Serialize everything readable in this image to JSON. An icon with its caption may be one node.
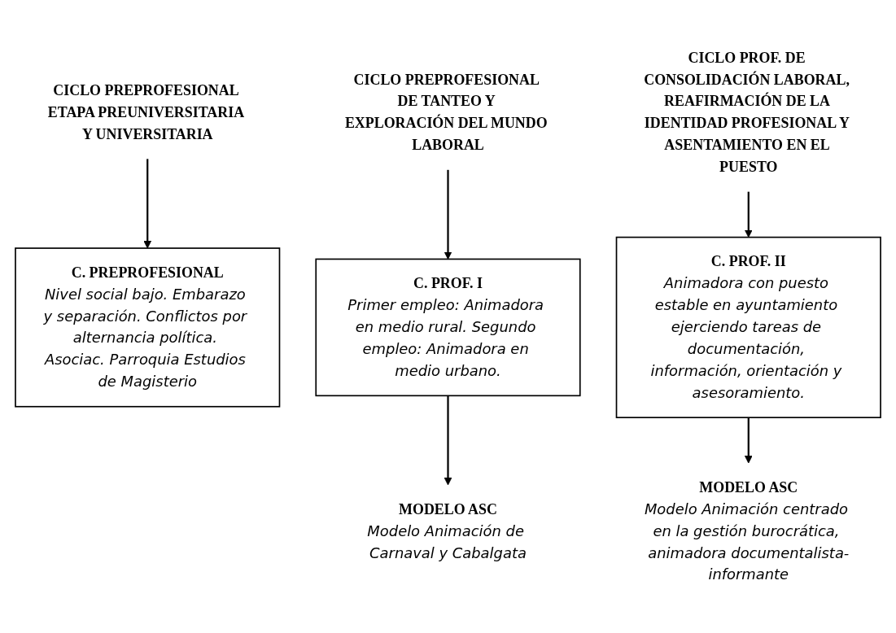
{
  "diagram": {
    "nodes": [
      {
        "text": [
          "CICLO PREPROFESIONAL ETAPA PREUNIVERSITARIA Y UNIVERSITARIA"
        ]
      },
      {
        "text": [
          "CICLO PREPROFESIONAL DE TANTEO Y EXPLORACIÓN DEL MUNDO LABORAL"
        ]
      },
      {
        "text": [
          "CICLO PROF. DE CONSOLIDACIÓN LABORAL, REAFIRMACIÓN DE LA IDENTIDAD PROFESIONAL Y ASENTAMIENTO EN EL PUESTO"
        ]
      },
      {
        "text": [
          "C. PREPROFESIONAL",
          "Nivel social bajo. Embarazo y separación. Conflictos por alternancia política. Asociac. Parroquia Estudios de Magisterio"
        ]
      },
      {
        "text": [
          "C. PROF. I",
          "Primer empleo: Animadora en medio rural. Segundo empleo: Animadora en medio urbano."
        ]
      },
      {
        "text": [
          "C. PROF. II",
          "Animadora con puesto estable en ayuntamiento ejerciendo tareas de documentación, información, orientación y asesoramiento."
        ]
      },
      {
        "text": [
          "MODELO ASC",
          "Modelo Animación de Carnaval y Cabalgata"
        ]
      },
      {
        "text": [
          "MODELO ASC",
          "Modelo Animación centrado en la gestión burocrática, animadora documentalista-informante"
        ]
      }
    ],
    "edges": [
      {
        "from": 0,
        "to": 3,
        "arrow": "to"
      },
      {
        "from": 1,
        "to": 4,
        "arrow": "to"
      },
      {
        "from": 2,
        "to": 5,
        "arrow": "to"
      },
      {
        "from": 4,
        "to": 6,
        "arrow": "to"
      },
      {
        "from": 5,
        "to": 7,
        "arrow": "to"
      }
    ]
  }
}
